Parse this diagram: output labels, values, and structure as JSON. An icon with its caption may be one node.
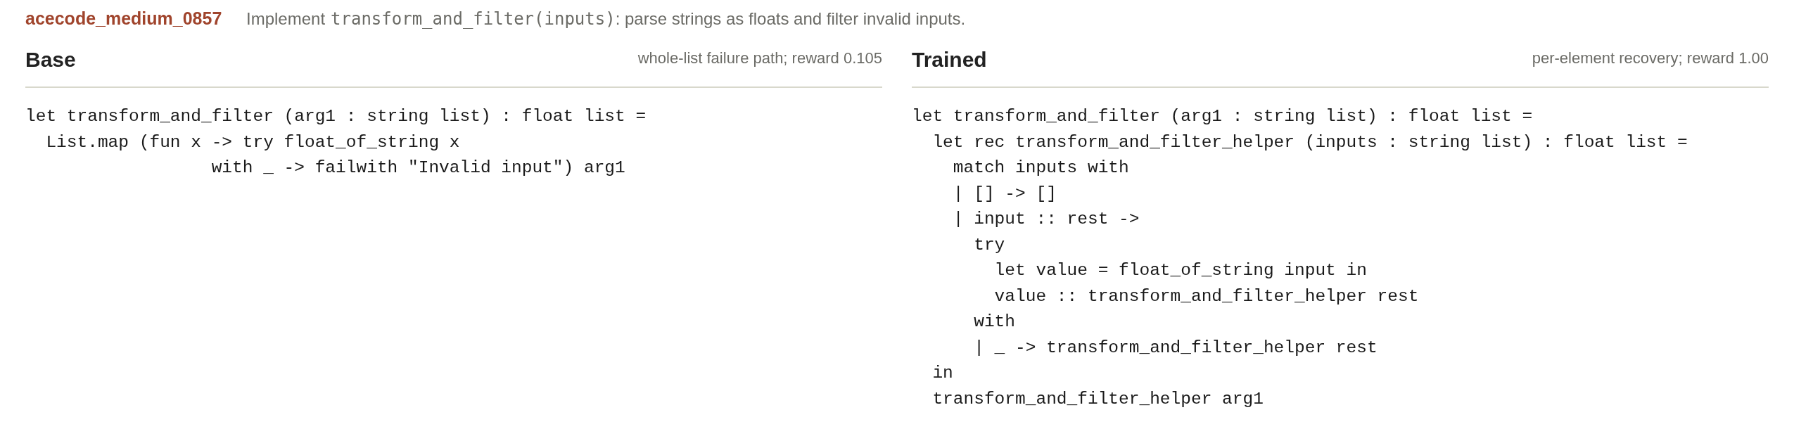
{
  "diagram": {
    "title": "acecode_medium_0857",
    "nodes": [
      {
        "text": [
          "Base"
        ],
        "beside": [
          "whole-list failure path; reward 0.105"
        ]
      },
      {
        "text": [
          "Trained"
        ],
        "beside": [
          "per-element recovery; reward 1.00"
        ]
      }
    ],
    "labels": [
      "Implement",
      "transform_and_filter(inputs)",
      ": parse strings as floats and filter invalid inputs.",
      "let transform_and_filter (arg1 : string list) : float list =",
      "  List.map (fun x -> try float_of_string x",
      "                  with _ -> failwith \"Invalid input\") arg1",
      "let transform_and_filter (arg1 : string list) : float list =",
      "  let rec transform_and_filter_helper (inputs : string list) : float list =",
      "    match inputs with",
      "    | [] -> []",
      "    | input :: rest ->",
      "      try",
      "        let value = float_of_string input in",
      "        value :: transform_and_filter_helper rest",
      "      with",
      "      | _ -> transform_and_filter_helper rest",
      "  in",
      "  transform_and_filter_helper arg1"
    ]
  }
}
